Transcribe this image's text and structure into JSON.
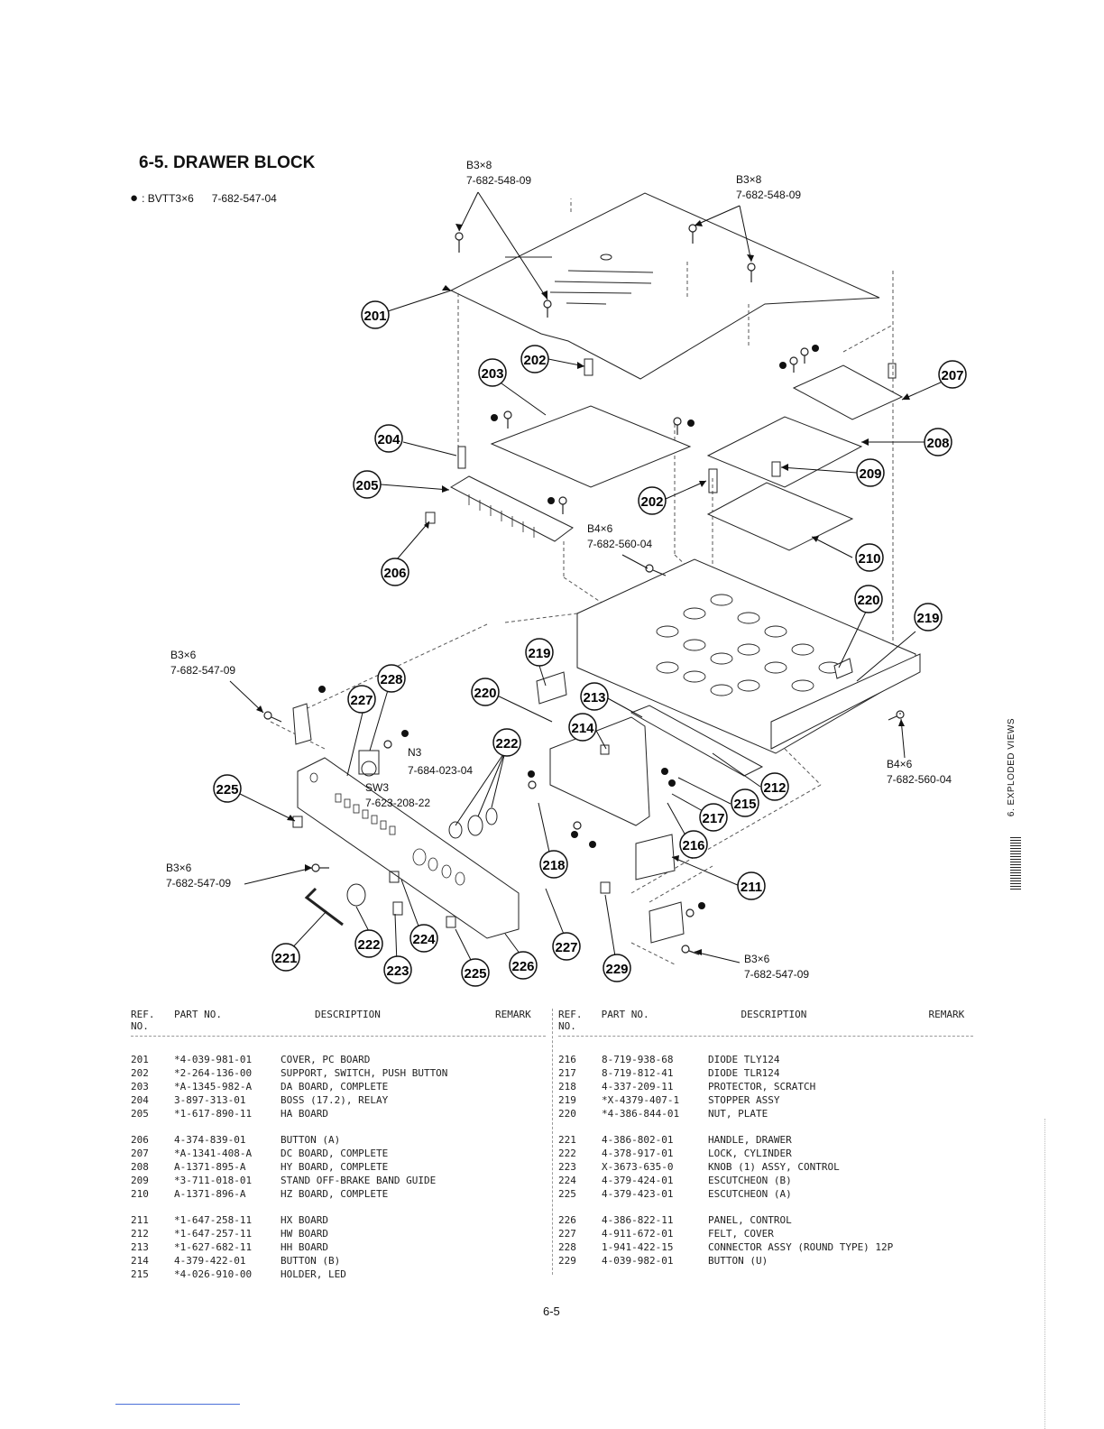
{
  "header": {
    "title": "6-5. DRAWER BLOCK",
    "legend_symbol": "●",
    "legend_screw": ": BVTT3×6",
    "legend_part": "7-682-547-04"
  },
  "side_label": "6. EXPLODED VIEWS",
  "page_number": "6-5",
  "diagram": {
    "screw_labels": [
      {
        "id": "s1",
        "type": "B3×8",
        "part": "7-682-548-09"
      },
      {
        "id": "s2",
        "type": "B3×8",
        "part": "7-682-548-09"
      },
      {
        "id": "s3",
        "type": "B4×6",
        "part": "7-682-560-04"
      },
      {
        "id": "s4",
        "type": "B3×6",
        "part": "7-682-547-09"
      },
      {
        "id": "s5",
        "type": "B4×6",
        "part": "7-682-560-04"
      },
      {
        "id": "s6",
        "type": "B3×6",
        "part": "7-682-547-09"
      },
      {
        "id": "s7",
        "type": "B3×6",
        "part": "7-682-547-09"
      }
    ],
    "connector_labels": [
      {
        "id": "n3",
        "ref": "N3",
        "part": "7-684-023-04"
      },
      {
        "id": "sw3",
        "ref": "SW3",
        "part": "7-623-208-22"
      }
    ],
    "callouts": [
      "201",
      "202",
      "203",
      "204",
      "205",
      "206",
      "207",
      "208",
      "209",
      "202",
      "210",
      "220",
      "219",
      "219",
      "220",
      "228",
      "227",
      "213",
      "214",
      "222",
      "212",
      "225",
      "215",
      "217",
      "216",
      "218",
      "211",
      "222",
      "224",
      "223",
      "225",
      "226",
      "227",
      "229",
      "221"
    ]
  },
  "table": {
    "headers": {
      "ref": "REF. NO.",
      "part": "PART NO.",
      "desc": "DESCRIPTION",
      "remark": "REMARK"
    },
    "left_rows": [
      {
        "ref": "201",
        "part": "*4-039-981-01",
        "desc": "COVER, PC BOARD"
      },
      {
        "ref": "202",
        "part": "*2-264-136-00",
        "desc": "SUPPORT, SWITCH, PUSH BUTTON"
      },
      {
        "ref": "203",
        "part": "*A-1345-982-A",
        "desc": "DA BOARD, COMPLETE"
      },
      {
        "ref": "204",
        "part": "3-897-313-01",
        "desc": "BOSS (17.2), RELAY"
      },
      {
        "ref": "205",
        "part": "*1-617-890-11",
        "desc": "HA BOARD"
      },
      {
        "ref": "206",
        "part": "4-374-839-01",
        "desc": "BUTTON (A)"
      },
      {
        "ref": "207",
        "part": "*A-1341-408-A",
        "desc": "DC BOARD, COMPLETE"
      },
      {
        "ref": "208",
        "part": "A-1371-895-A",
        "desc": "HY BOARD, COMPLETE"
      },
      {
        "ref": "209",
        "part": "*3-711-018-01",
        "desc": "STAND OFF-BRAKE BAND GUIDE"
      },
      {
        "ref": "210",
        "part": "A-1371-896-A",
        "desc": "HZ BOARD, COMPLETE"
      },
      {
        "ref": "211",
        "part": "*1-647-258-11",
        "desc": "HX BOARD"
      },
      {
        "ref": "212",
        "part": "*1-647-257-11",
        "desc": "HW BOARD"
      },
      {
        "ref": "213",
        "part": "*1-627-682-11",
        "desc": "HH BOARD"
      },
      {
        "ref": "214",
        "part": "4-379-422-01",
        "desc": "BUTTON (B)"
      },
      {
        "ref": "215",
        "part": "*4-026-910-00",
        "desc": "HOLDER, LED"
      }
    ],
    "right_rows": [
      {
        "ref": "216",
        "part": "8-719-938-68",
        "desc": "DIODE TLY124"
      },
      {
        "ref": "217",
        "part": "8-719-812-41",
        "desc": "DIODE TLR124"
      },
      {
        "ref": "218",
        "part": "4-337-209-11",
        "desc": "PROTECTOR, SCRATCH"
      },
      {
        "ref": "219",
        "part": "*X-4379-407-1",
        "desc": "STOPPER ASSY"
      },
      {
        "ref": "220",
        "part": "*4-386-844-01",
        "desc": "NUT, PLATE"
      },
      {
        "ref": "221",
        "part": "4-386-802-01",
        "desc": "HANDLE, DRAWER"
      },
      {
        "ref": "222",
        "part": "4-378-917-01",
        "desc": "LOCK, CYLINDER"
      },
      {
        "ref": "223",
        "part": "X-3673-635-0",
        "desc": "KNOB (1) ASSY, CONTROL"
      },
      {
        "ref": "224",
        "part": "4-379-424-01",
        "desc": "ESCUTCHEON (B)"
      },
      {
        "ref": "225",
        "part": "4-379-423-01",
        "desc": "ESCUTCHEON (A)"
      },
      {
        "ref": "226",
        "part": "4-386-822-11",
        "desc": "PANEL, CONTROL"
      },
      {
        "ref": "227",
        "part": "4-911-672-01",
        "desc": "FELT, COVER"
      },
      {
        "ref": "228",
        "part": "1-941-422-15",
        "desc": "CONNECTOR ASSY (ROUND TYPE) 12P"
      },
      {
        "ref": "229",
        "part": "4-039-982-01",
        "desc": "BUTTON (U)"
      }
    ]
  }
}
